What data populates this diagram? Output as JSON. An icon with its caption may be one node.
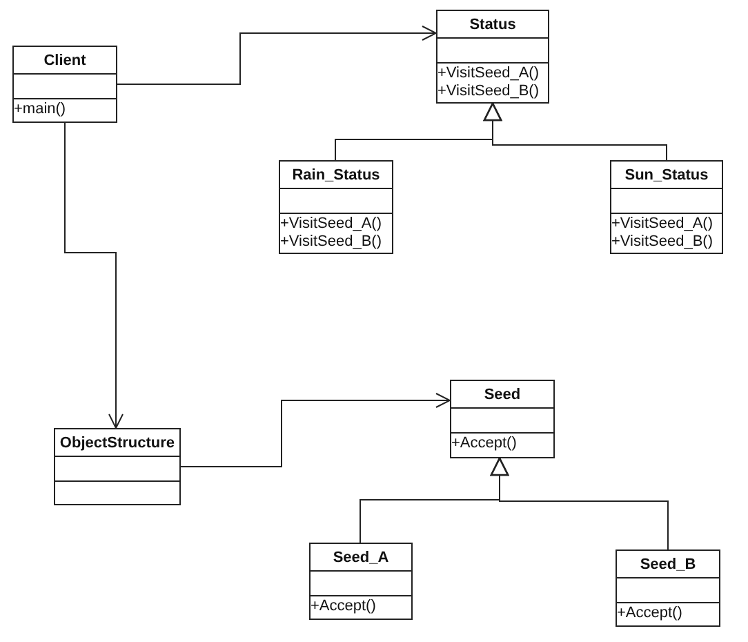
{
  "diagram": {
    "nodes": [
      {
        "text": [
          "Client",
          "+main()"
        ]
      },
      {
        "text": [
          "Status",
          "+VisitSeed_A()",
          "+VisitSeed_B()"
        ]
      },
      {
        "text": [
          "Rain_Status",
          "+VisitSeed_A()",
          "+VisitSeed_B()"
        ]
      },
      {
        "text": [
          "Sun_Status",
          "+VisitSeed_A()",
          "+VisitSeed_B()"
        ]
      },
      {
        "text": [
          "ObjectStructure"
        ]
      },
      {
        "text": [
          "Seed",
          "+Accept()"
        ]
      },
      {
        "text": [
          "Seed_A",
          "+Accept()"
        ]
      },
      {
        "text": [
          "Seed_B",
          "+Accept()"
        ]
      }
    ],
    "edges": [
      {
        "from": 0,
        "to": 1,
        "arrow": "to"
      },
      {
        "from": 0,
        "to": 4,
        "arrow": "to"
      },
      {
        "from": 2,
        "to": 1,
        "arrow": "to"
      },
      {
        "from": 3,
        "to": 1,
        "arrow": "to"
      },
      {
        "from": 4,
        "to": 5,
        "arrow": "to"
      },
      {
        "from": 6,
        "to": 5,
        "arrow": "to"
      },
      {
        "from": 7,
        "to": 5,
        "arrow": "to"
      }
    ]
  }
}
